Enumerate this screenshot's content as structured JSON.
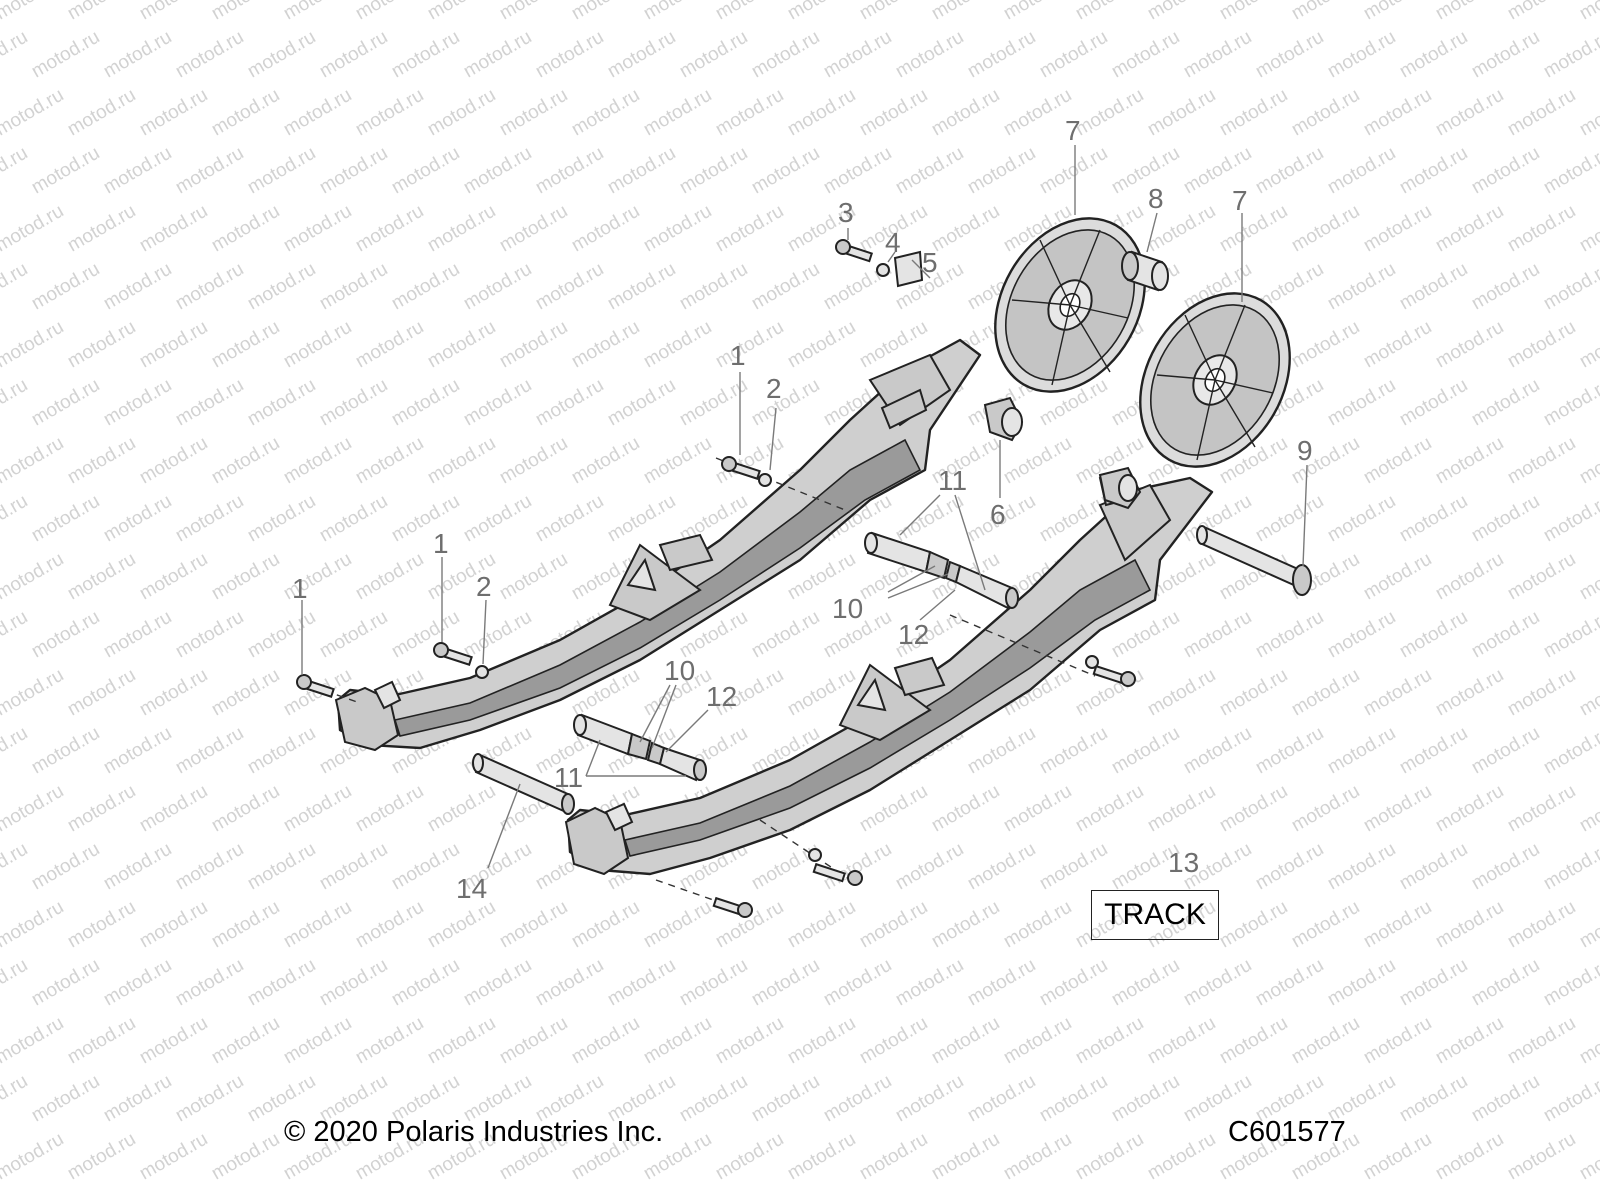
{
  "watermark": {
    "text": "motod.ru"
  },
  "callouts": [
    {
      "id": "c1a",
      "label": "1"
    },
    {
      "id": "c2a",
      "label": "2"
    },
    {
      "id": "c3",
      "label": "3"
    },
    {
      "id": "c4",
      "label": "4"
    },
    {
      "id": "c5",
      "label": "5"
    },
    {
      "id": "c6",
      "label": "6"
    },
    {
      "id": "c7a",
      "label": "7"
    },
    {
      "id": "c8",
      "label": "8"
    },
    {
      "id": "c7b",
      "label": "7"
    },
    {
      "id": "c9",
      "label": "9"
    },
    {
      "id": "c11a",
      "label": "11"
    },
    {
      "id": "c10a",
      "label": "10"
    },
    {
      "id": "c12a",
      "label": "12"
    },
    {
      "id": "c1b",
      "label": "1"
    },
    {
      "id": "c2b",
      "label": "2"
    },
    {
      "id": "c1c",
      "label": "1"
    },
    {
      "id": "c10b",
      "label": "10"
    },
    {
      "id": "c12b",
      "label": "12"
    },
    {
      "id": "c11b",
      "label": "11"
    },
    {
      "id": "c14",
      "label": "14"
    },
    {
      "id": "c13",
      "label": "13"
    }
  ],
  "track_label": "TRACK",
  "footer": {
    "copyright": "© 2020 Polaris Industries Inc.",
    "figure_code": "C601577"
  }
}
